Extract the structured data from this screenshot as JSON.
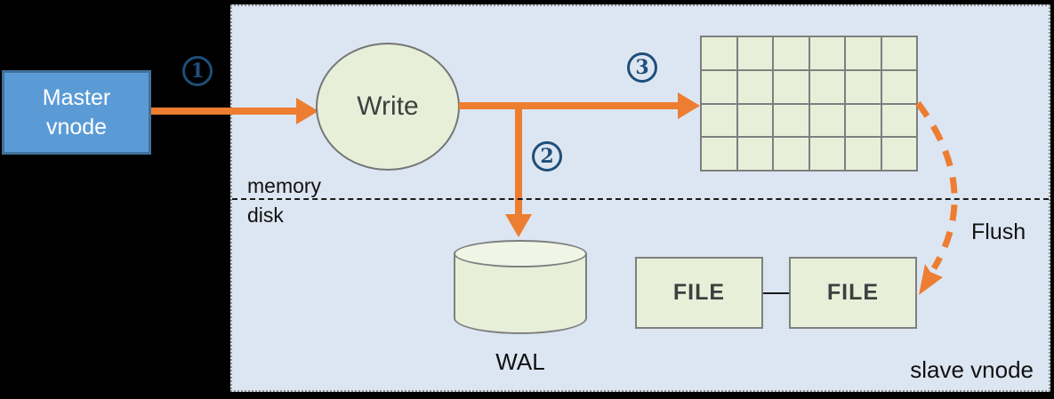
{
  "diagram": {
    "master_box": {
      "line1": "Master",
      "line2": "vnode"
    },
    "write_node": {
      "label": "Write"
    },
    "steps": {
      "s1": "1",
      "s2": "2",
      "s3": "3"
    },
    "divider": {
      "above": "memory",
      "below": "disk"
    },
    "mem_table": {
      "rows": 4,
      "cols": 6
    },
    "wal": {
      "label": "WAL"
    },
    "files": {
      "file1": "FILE",
      "file2": "FILE"
    },
    "flush": {
      "label": "Flush"
    },
    "panel": {
      "label": "slave vnode"
    }
  },
  "colors": {
    "accent_orange": "#ED7D31",
    "badge_navy": "#1F4E79",
    "master_fill": "#5B9BD5",
    "master_border": "#41719C",
    "shape_fill": "#E7EFD9",
    "shape_border": "#7F7F7F",
    "panel_bg": "#DCE6F2",
    "canvas_bg": "#000000"
  }
}
